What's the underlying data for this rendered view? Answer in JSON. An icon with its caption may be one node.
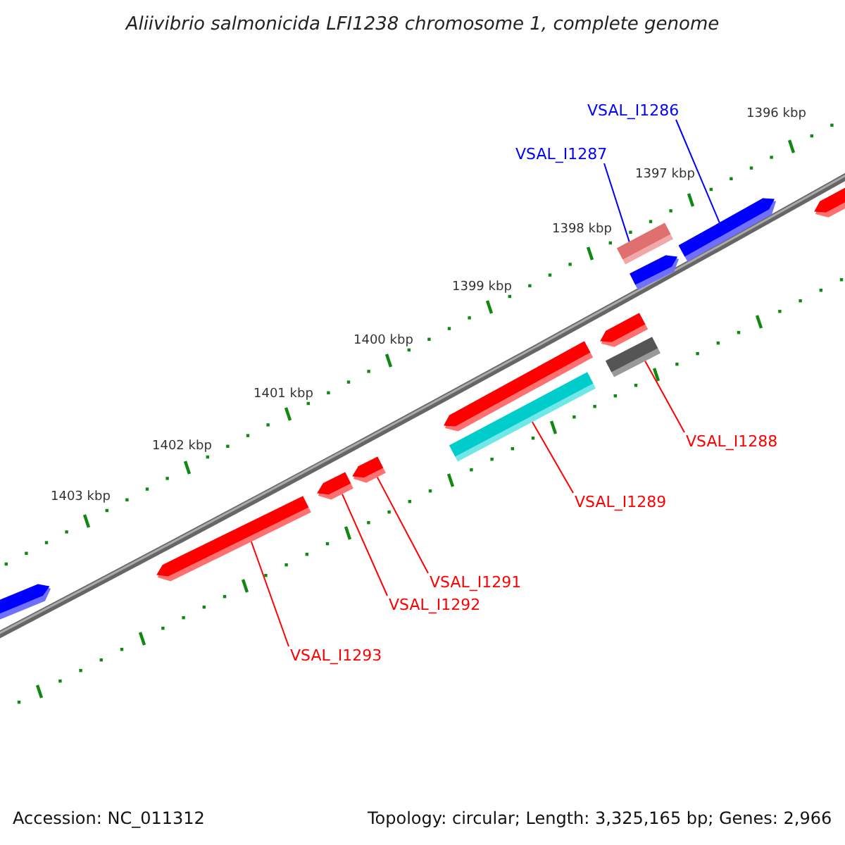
{
  "diagram": {
    "title": "Aliivibrio salmonicida LFI1238 chromosome 1, complete genome",
    "nodes": [
      {
        "text": [
          "VSAL_I1286"
        ]
      },
      {
        "text": [
          "VSAL_I1287"
        ]
      },
      {
        "text": [
          "VSAL_I1288"
        ]
      },
      {
        "text": [
          "VSAL_I1289"
        ]
      },
      {
        "text": [
          "VSAL_I1291"
        ]
      },
      {
        "text": [
          "VSAL_I1292"
        ]
      },
      {
        "text": [
          "VSAL_I1293"
        ]
      },
      {
        "text": [],
        "shape": "arrow"
      },
      {
        "text": [],
        "shape": "arrow"
      },
      {
        "text": [],
        "shape": "arrow"
      },
      {
        "text": [],
        "shape": "arrow"
      },
      {
        "text": [],
        "shape": "arrow"
      },
      {
        "text": [],
        "shape": "bar"
      },
      {
        "text": [],
        "shape": "arrow"
      },
      {
        "text": [],
        "shape": "bar"
      },
      {
        "text": [],
        "shape": "bar"
      },
      {
        "text": [],
        "shape": "arrow"
      },
      {
        "text": [],
        "shape": "arrow"
      },
      {
        "text": [],
        "shape": "arrow"
      }
    ],
    "edges": [
      {
        "from": 0,
        "to": 17,
        "arrow": "none",
        "color": "#0000ff"
      },
      {
        "from": 1,
        "to": 15,
        "arrow": "none",
        "color": "#0000ff"
      },
      {
        "from": 2,
        "to": 14,
        "arrow": "none"
      },
      {
        "from": 3,
        "to": 12,
        "arrow": "none"
      },
      {
        "from": 4,
        "to": 10,
        "arrow": "none"
      },
      {
        "from": 5,
        "to": 9,
        "arrow": "none"
      },
      {
        "from": 6,
        "to": 8,
        "arrow": "none"
      }
    ],
    "labels": [
      "1396 kbp",
      "1397 kbp",
      "1398 kbp",
      "1399 kbp",
      "1400 kbp",
      "1401 kbp",
      "1402 kbp",
      "1403 kbp",
      "Accession: NC_011312",
      "Topology: circular; Length: 3,325,165 bp; Genes: 2,966"
    ]
  }
}
